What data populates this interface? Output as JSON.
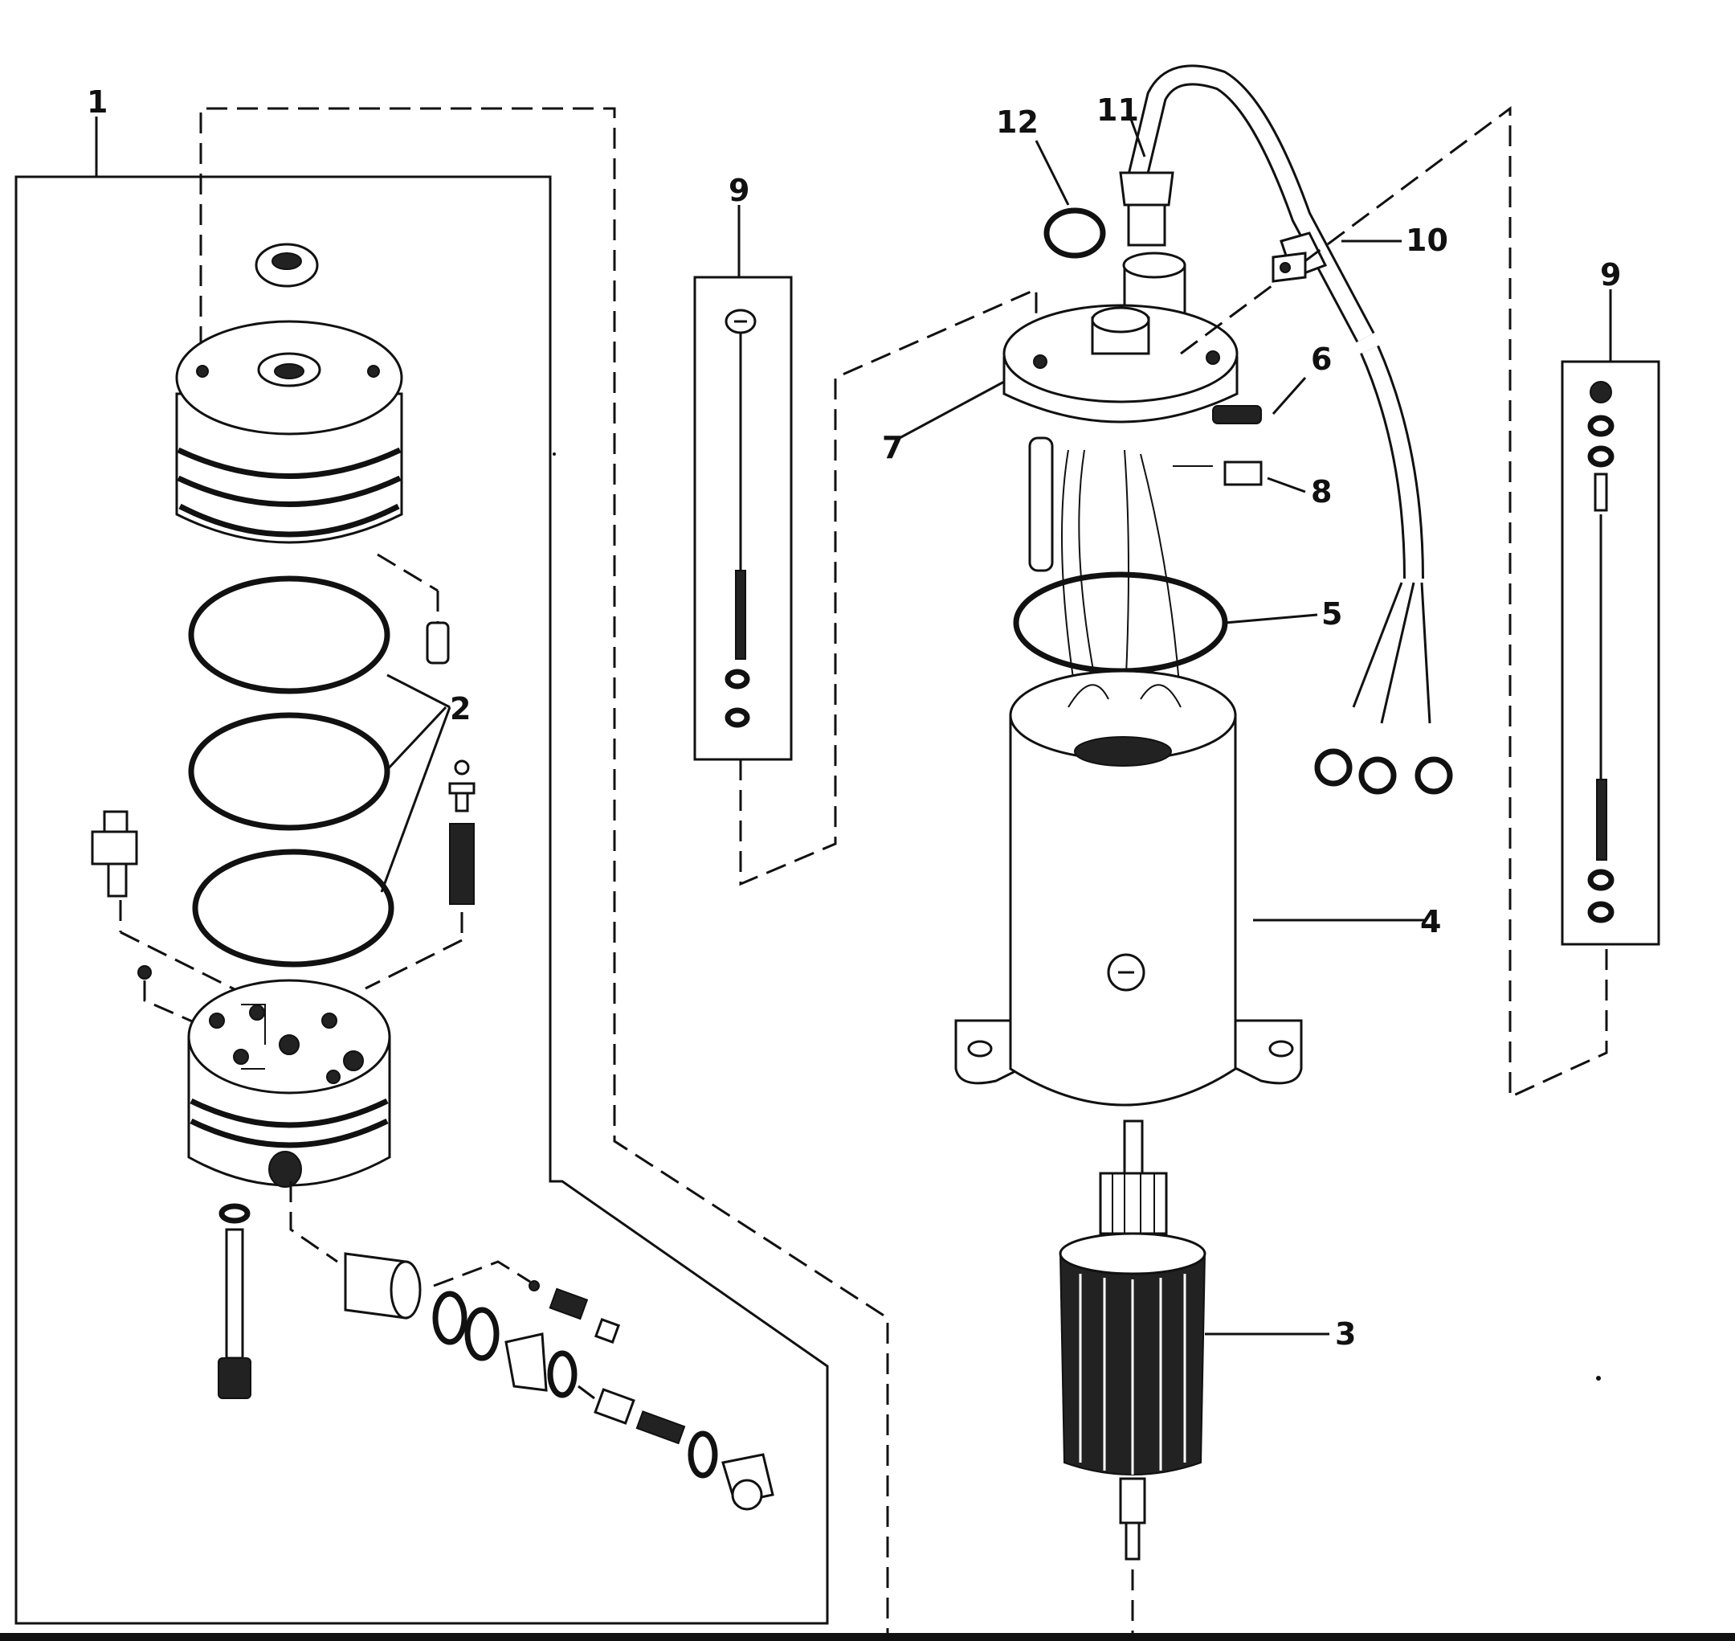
{
  "callouts": {
    "c1": "1",
    "c2": "2",
    "c3": "3",
    "c4": "4",
    "c5": "5",
    "c6": "6",
    "c7": "7",
    "c8": "8",
    "c9_left": "9",
    "c9_right": "9",
    "c10": "10",
    "c11": "11",
    "c12": "12"
  }
}
